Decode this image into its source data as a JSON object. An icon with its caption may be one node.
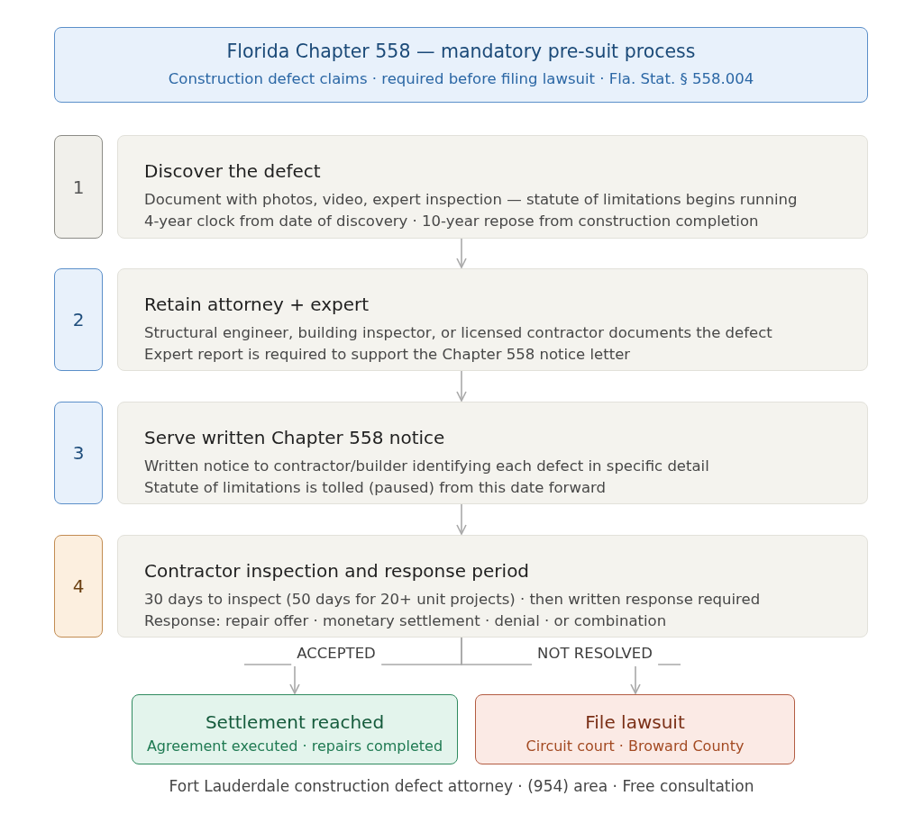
{
  "diagram": {
    "nodes": [
      {
        "text": [
          "Florida Chapter 558 — mandatory pre-suit process",
          "Construction defect claims · required before filing lawsuit · Fla. Stat. § 558.004"
        ]
      },
      {
        "text": [
          "1"
        ]
      },
      {
        "text": [
          "Discover the defect",
          "Document with photos, video, expert inspection — statute of limitations begins running",
          "4-year clock from date of discovery · 10-year repose from construction completion"
        ]
      },
      {
        "text": [
          "2"
        ]
      },
      {
        "text": [
          "Retain attorney + expert",
          "Structural engineer, building inspector, or licensed contractor documents the defect",
          "Expert report is required to support the Chapter 558 notice letter"
        ]
      },
      {
        "text": [
          "3"
        ]
      },
      {
        "text": [
          "Serve written Chapter 558 notice",
          "Written notice to contractor/builder identifying each defect in specific detail",
          "Statute of limitations is tolled (paused) from this date forward"
        ]
      },
      {
        "text": [
          "4"
        ]
      },
      {
        "text": [
          "Contractor inspection and response period",
          "30 days to inspect (50 days for 20+ unit projects) · then written response required",
          "Response: repair offer · monetary settlement · denial · or combination"
        ]
      },
      {
        "text": [
          "Settlement reached",
          "Agreement executed · repairs completed"
        ]
      },
      {
        "text": [
          "File lawsuit",
          "Circuit court · Broward County"
        ]
      }
    ],
    "edges": [
      {
        "from": 2,
        "to": 4,
        "arrow": "to"
      },
      {
        "from": 4,
        "to": 6,
        "arrow": "to"
      },
      {
        "from": 6,
        "to": 8,
        "arrow": "to"
      },
      {
        "from": 8,
        "to": 9,
        "arrow": "to",
        "label": "ACCEPTED"
      },
      {
        "from": 8,
        "to": 10,
        "arrow": "to",
        "label": "NOT RESOLVED"
      }
    ],
    "labels": [
      "Fort Lauderdale construction defect attorney · (954) area · Free consultation"
    ]
  }
}
